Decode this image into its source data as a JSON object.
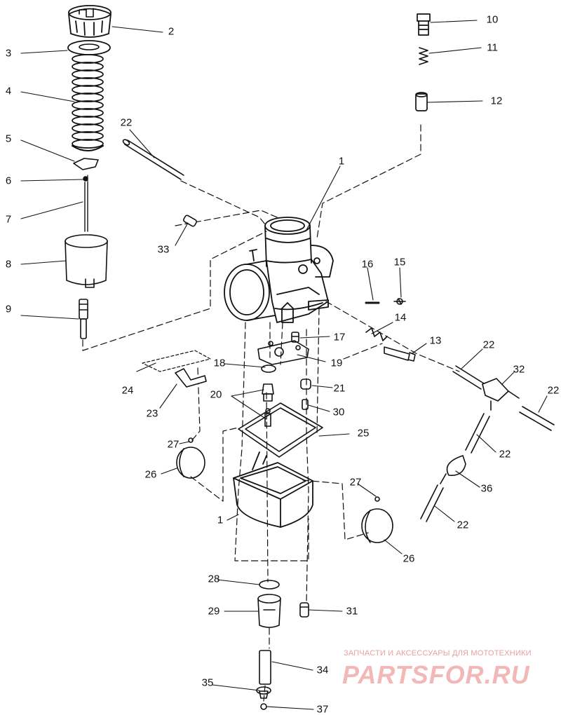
{
  "diagram": {
    "callouts": [
      "1",
      "2",
      "3",
      "4",
      "5",
      "6",
      "7",
      "8",
      "9",
      "10",
      "11",
      "12",
      "13",
      "14",
      "15",
      "16",
      "17",
      "18",
      "19",
      "20",
      "21",
      "22",
      "23",
      "24",
      "25",
      "26",
      "27",
      "28",
      "29",
      "30",
      "31",
      "32",
      "33",
      "34",
      "35",
      "36",
      "37"
    ]
  },
  "watermark": {
    "subtitle": "ЗАПЧАСТИ И АКСЕССУАРЫ ДЛЯ МОТОТЕХНИКИ",
    "brand": "PARTSFOR.RU",
    "color": "#f2b8b8"
  }
}
